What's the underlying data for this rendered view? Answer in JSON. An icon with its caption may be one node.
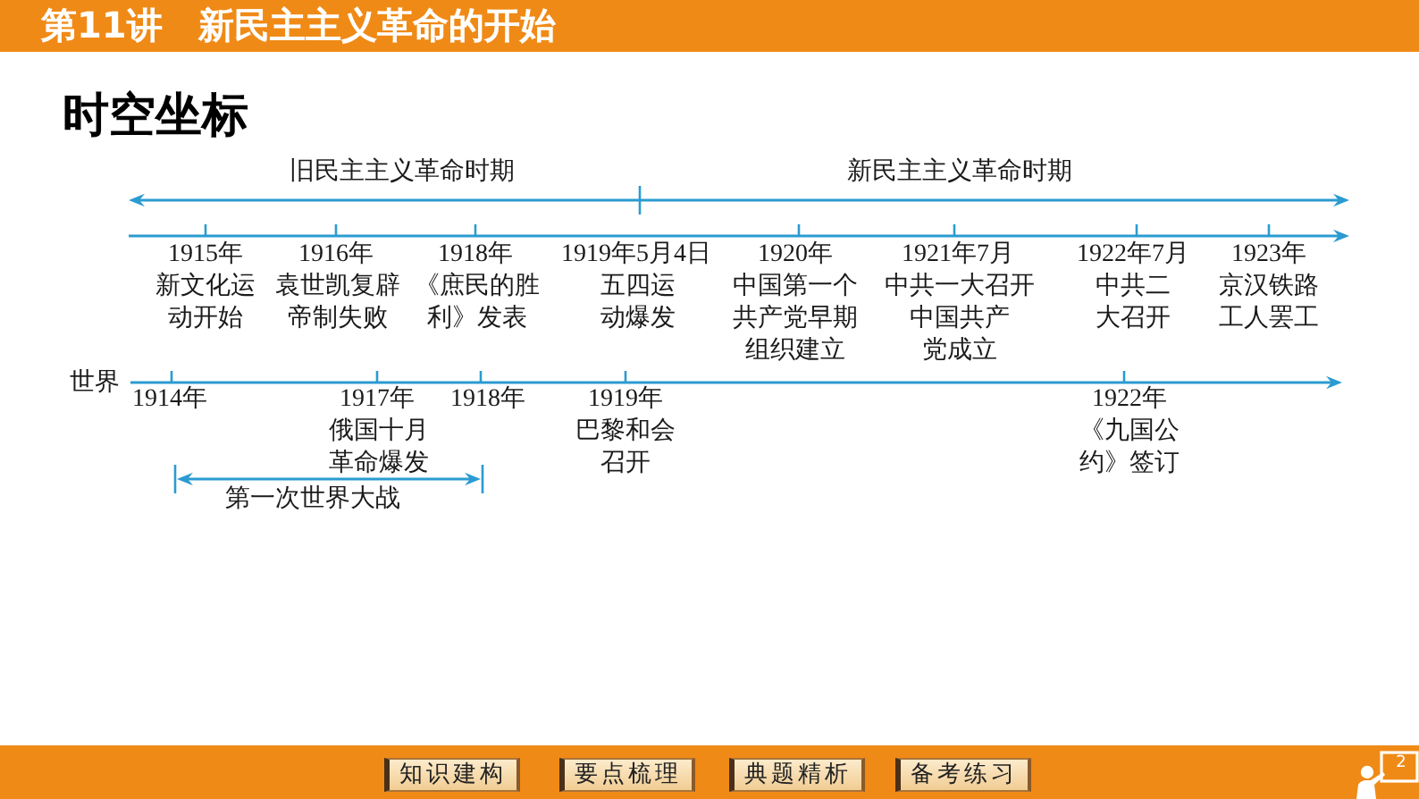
{
  "diagram": {
    "title": "时空坐标",
    "nodes": [
      {
        "text": [
          "第11讲　新民主主义革命的开始"
        ]
      },
      {
        "text": [],
        "shape": "bar"
      },
      {
        "text": [
          "知识建构"
        ],
        "in": 1
      },
      {
        "text": [
          "要点梳理"
        ],
        "in": 1
      },
      {
        "text": [
          "典题精析"
        ],
        "in": 1
      },
      {
        "text": [
          "备考练习"
        ],
        "in": 1
      }
    ],
    "labels": [
      "旧民主主义革命时期",
      "新民主主义革命时期",
      "1915年",
      "新文化运动开始",
      "1916年",
      "袁世凯复辟帝制失败",
      "1918年",
      "《庶民的胜利》发表",
      "1919年5月4日",
      "五四运动爆发",
      "1920年",
      "中国第一个共产党早期组织建立",
      "1921年7月",
      "中共一大召开",
      "中国共产党成立",
      "1922年7月",
      "中共二大召开",
      "1923年",
      "京汉铁路工人罢工",
      "世界",
      "1914年",
      "1917年",
      "俄国十月革命爆发",
      "1918年",
      "1919年",
      "巴黎和会召开",
      "1922年",
      "《九国公约》签订",
      "第一次世界大战",
      "2"
    ]
  }
}
